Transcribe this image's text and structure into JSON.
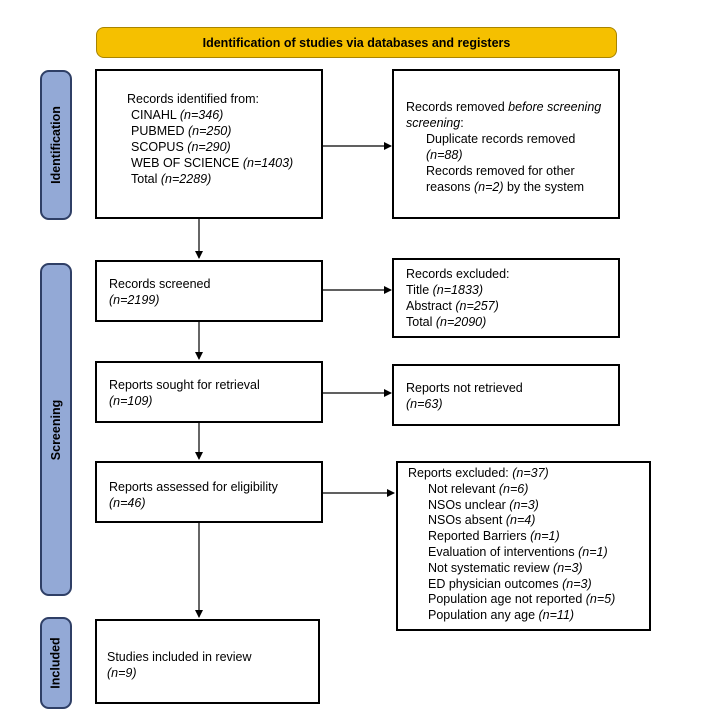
{
  "header": "Identification of studies via databases and registers",
  "stages": {
    "identification": "Identification",
    "screening": "Screening",
    "included": "Included"
  },
  "records_identified": {
    "title": "Records identified from:",
    "sources": [
      {
        "name": "CINAHL",
        "n": "(n=346)"
      },
      {
        "name": "PUBMED",
        "n": "(n=250)"
      },
      {
        "name": "SCOPUS",
        "n": "(n=290)"
      },
      {
        "name": "WEB OF SCIENCE",
        "n": "(n=1403)"
      },
      {
        "name": "Total",
        "n": "(n=2289)"
      }
    ]
  },
  "records_removed": {
    "title_a": "Records removed ",
    "title_b": "before screening",
    "title_c": ":",
    "dup_label": "Duplicate records removed",
    "dup_n": "(n=88)",
    "other_label": "Records removed for other",
    "other_prefix": "reasons ",
    "other_n": "(n=2)",
    "other_suffix": " by the system"
  },
  "records_screened": {
    "label": "Records screened",
    "n": "(n=2199)"
  },
  "records_excluded": {
    "title": "Records excluded:",
    "items": [
      {
        "label": "Title ",
        "n": "(n=1833)"
      },
      {
        "label": "Abstract ",
        "n": "(n=257)"
      },
      {
        "label": "Total ",
        "n": "(n=2090)"
      }
    ]
  },
  "reports_sought": {
    "label": "Reports sought for retrieval",
    "n": "(n=109)"
  },
  "reports_not_retrieved": {
    "label": "Reports not retrieved",
    "n": "(n=63)"
  },
  "reports_assessed": {
    "label": "Reports assessed for eligibility",
    "n": "(n=46)"
  },
  "reports_excluded": {
    "title": "Reports excluded: ",
    "title_n": "(n=37)",
    "items": [
      {
        "label": "Not relevant ",
        "n": "(n=6)"
      },
      {
        "label": "NSOs unclear ",
        "n": "(n=3)"
      },
      {
        "label": "NSOs absent ",
        "n": "(n=4)"
      },
      {
        "label": "Reported Barriers ",
        "n": "(n=1)"
      },
      {
        "label": "Evaluation of interventions ",
        "n": "(n=1)"
      },
      {
        "label": "Not systematic review ",
        "n": "(n=3)"
      },
      {
        "label": "ED physician outcomes ",
        "n": "(n=3)"
      },
      {
        "label": "Population age not reported ",
        "n": "(n=5)"
      },
      {
        "label": "Population any age ",
        "n": "(n=11)"
      }
    ]
  },
  "studies_included": {
    "label": "Studies included in review",
    "n": "(n=9)"
  }
}
